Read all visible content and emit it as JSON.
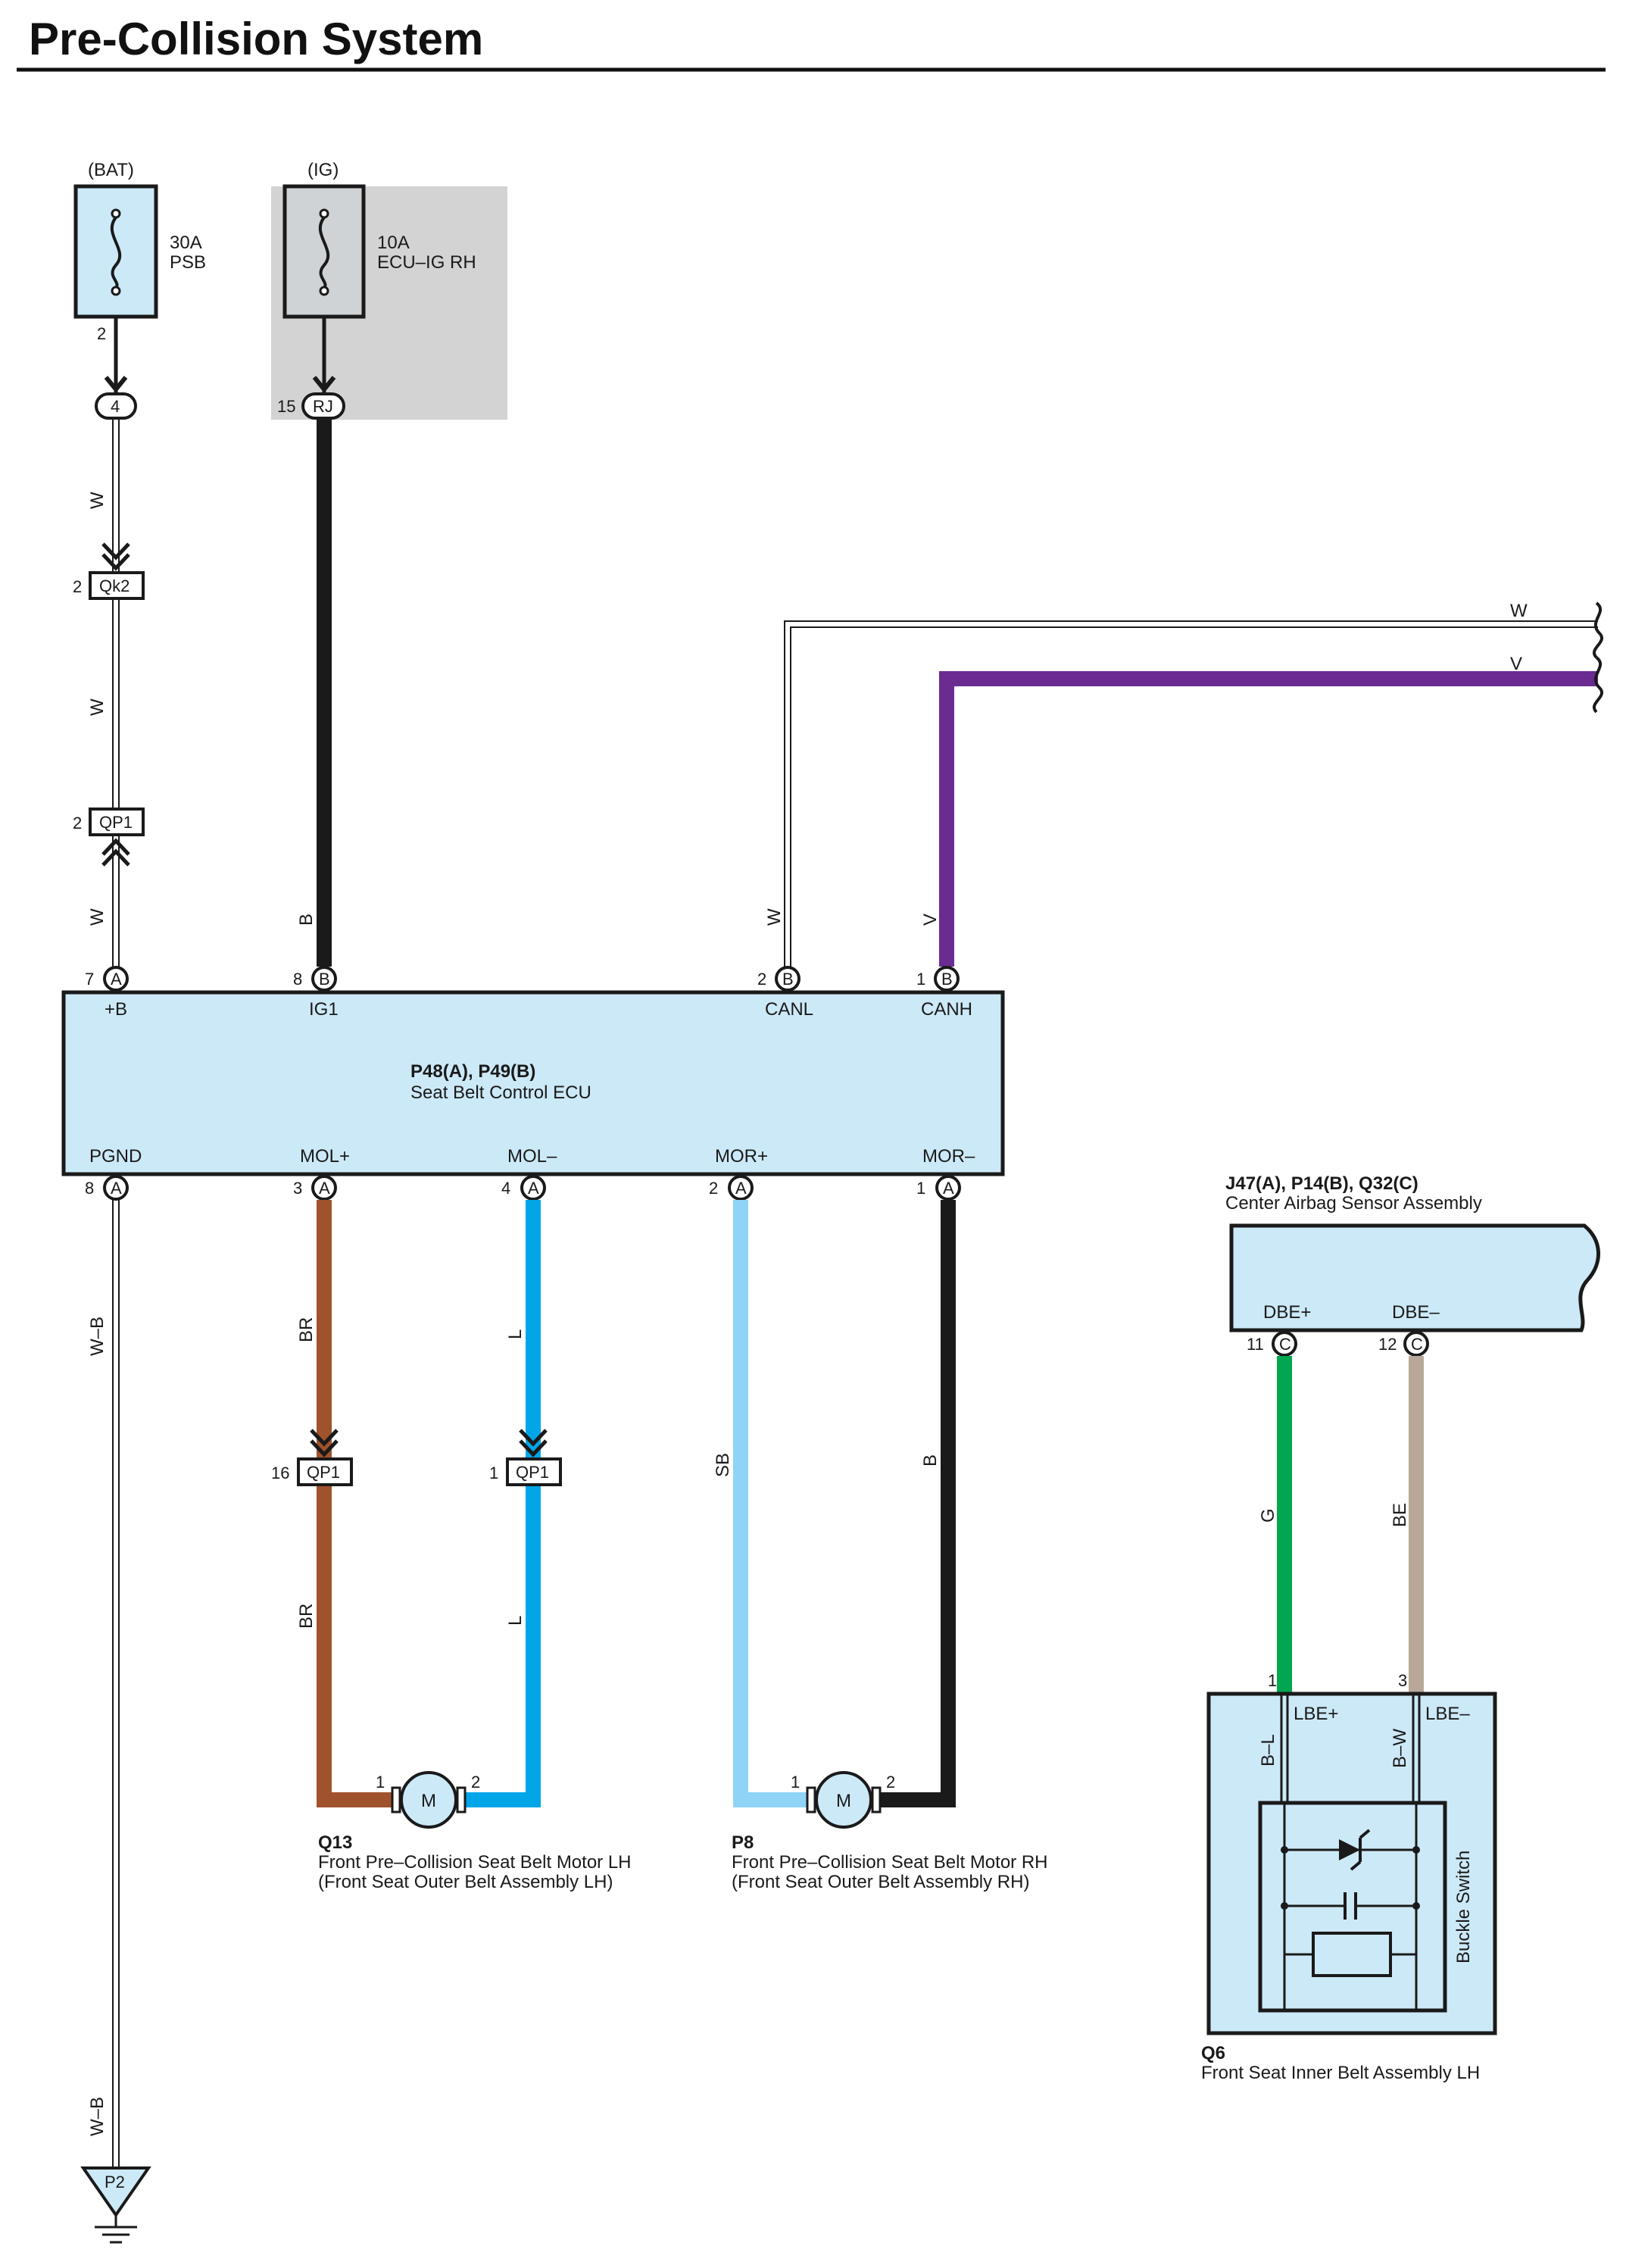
{
  "title": "Pre-Collision System",
  "fuses": {
    "bat": {
      "source": "(BAT)",
      "rating": "30A",
      "name": "PSB",
      "pin": "2",
      "connector": "4"
    },
    "ig": {
      "source": "(IG)",
      "rating": "10A",
      "name": "ECU–IG RH",
      "pin": "15",
      "connector": "RJ"
    }
  },
  "connectors": {
    "qk2": {
      "label": "Qk2",
      "pin": "2"
    },
    "qp1_top": {
      "label": "QP1",
      "pin": "2"
    },
    "qp1_br": {
      "label": "QP1",
      "pin": "16"
    },
    "qp1_l": {
      "label": "QP1",
      "pin": "1"
    }
  },
  "ecu": {
    "id": "P48(A), P49(B)",
    "name": "Seat Belt Control ECU",
    "top_pins": [
      {
        "num": "7",
        "conn": "A",
        "name": "+B"
      },
      {
        "num": "8",
        "conn": "B",
        "name": "IG1"
      },
      {
        "num": "2",
        "conn": "B",
        "name": "CANL"
      },
      {
        "num": "1",
        "conn": "B",
        "name": "CANH"
      }
    ],
    "bottom_pins": [
      {
        "num": "8",
        "conn": "A",
        "name": "PGND"
      },
      {
        "num": "3",
        "conn": "A",
        "name": "MOL+"
      },
      {
        "num": "4",
        "conn": "A",
        "name": "MOL–"
      },
      {
        "num": "2",
        "conn": "A",
        "name": "MOR+"
      },
      {
        "num": "1",
        "conn": "A",
        "name": "MOR–"
      }
    ]
  },
  "wire_colors": {
    "W": "#ffffff",
    "B": "#1a1a1a",
    "V": "#6a2c91",
    "BR": "#a0522d",
    "L": "#00a6e8",
    "SB": "#8fd3f7",
    "G": "#00a650",
    "BE": "#b9a899",
    "W-B": "#ffffff"
  },
  "wire_labels": {
    "w1": "W",
    "w2": "W",
    "w3": "W",
    "b_ig": "B",
    "w_canl": "W",
    "v_canh": "V",
    "w_right": "W",
    "v_right": "V",
    "wb1": "W–B",
    "wb2": "W–B",
    "br1": "BR",
    "br2": "BR",
    "l1": "L",
    "l2": "L",
    "sb": "SB",
    "b_mor": "B",
    "g": "G",
    "be": "BE",
    "bl": "B–L",
    "bw": "B–W"
  },
  "motors": {
    "lh": {
      "id": "Q13",
      "line1": "Front Pre–Collision Seat Belt Motor LH",
      "line2": "(Front Seat Outer Belt Assembly LH)",
      "pin1": "1",
      "pin2": "2",
      "symbol": "M"
    },
    "rh": {
      "id": "P8",
      "line1": "Front Pre–Collision Seat Belt Motor RH",
      "line2": "(Front Seat Outer Belt Assembly RH)",
      "pin1": "1",
      "pin2": "2",
      "symbol": "M"
    }
  },
  "airbag": {
    "id": "J47(A), P14(B), Q32(C)",
    "name": "Center Airbag Sensor Assembly",
    "pins": [
      {
        "num": "11",
        "conn": "C",
        "name": "DBE+"
      },
      {
        "num": "12",
        "conn": "C",
        "name": "DBE–"
      }
    ]
  },
  "buckle": {
    "id": "Q6",
    "name": "Front Seat Inner Belt Assembly LH",
    "switch_label": "Buckle Switch",
    "pin_plus": "1",
    "pin_plus_name": "LBE+",
    "pin_minus": "3",
    "pin_minus_name": "LBE–"
  },
  "ground": {
    "label": "P2"
  },
  "colors": {
    "component_fill": "#cce9f7",
    "ig_shade": "#d3d3d3",
    "fuse_fill": "#cfd3d6",
    "line": "#1a1a1a"
  }
}
